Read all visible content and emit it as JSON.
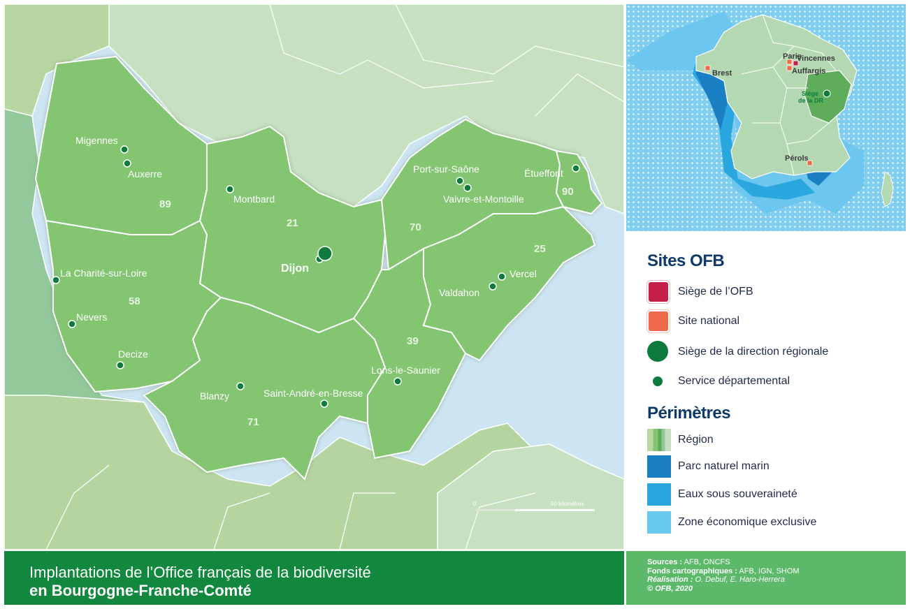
{
  "title": {
    "line1": "Implantations de l’Office français de la biodiversité",
    "line2": "en Bourgogne-Franche-Comté"
  },
  "sources": {
    "sources_label": "Sources :",
    "sources_value": " AFB, ONCFS",
    "fonds_label": "Fonds cartographiques :",
    "fonds_value": " AFB, IGN, SHOM",
    "realisation_label": "Réalisation :",
    "realisation_value": " O. Debuf, E. Haro-Herrera",
    "copyright": "© OFB, 2020"
  },
  "legend": {
    "sites_title": "Sites OFB",
    "perimetres_title": "Périmètres",
    "items": {
      "siege_ofb": "Siège de l’OFB",
      "site_national": "Site national",
      "siege_dr": "Siège de la direction régionale",
      "service_dep": "Service départemental",
      "region": "Région",
      "parc_marin": "Parc naturel marin",
      "eaux_souv": "Eaux sous souveraineté",
      "zee": "Zone économique exclusive"
    }
  },
  "colors": {
    "region_fill": "#83c571",
    "neighbor_fill": "#c5dfc2",
    "siege_ofb": "#c41f48",
    "site_national": "#ee6a4b",
    "site_dot": "#0f7a3d",
    "parc_marin": "#1b80c3",
    "eaux_souv": "#29a7de",
    "zee": "#68c9ef",
    "title_green": "#11883d",
    "credit_green": "#5cb96a"
  },
  "map": {
    "departments": [
      "89",
      "21",
      "70",
      "90",
      "58",
      "71",
      "39",
      "25"
    ],
    "main_city": "Dijon",
    "towns": {
      "migennes": "Migennes",
      "auxerre": "Auxerre",
      "montbard": "Montbard",
      "port_sur_saone": "Port-sur-Saône",
      "vaivre": "Vaivre-et-Montoille",
      "etueffont": "Étueffont",
      "charite": "La Charité-sur-Loire",
      "nevers": "Nevers",
      "decize": "Decize",
      "vercel": "Vercel",
      "valdahon": "Valdahon",
      "lons": "Lons-le-Saunier",
      "blanzy": "Blanzy",
      "saint_andre": "Saint-André-en-Bresse"
    },
    "scale": {
      "start": "0",
      "end": "50 kilomètres"
    }
  },
  "inset": {
    "labels": {
      "brest": "Brest",
      "paris": "Paris",
      "vincennes": "Vincennes",
      "auffargis": "Auffargis",
      "siege_line1": "Siège",
      "siege_line2": "de la DR",
      "perols": "Pérols"
    }
  }
}
